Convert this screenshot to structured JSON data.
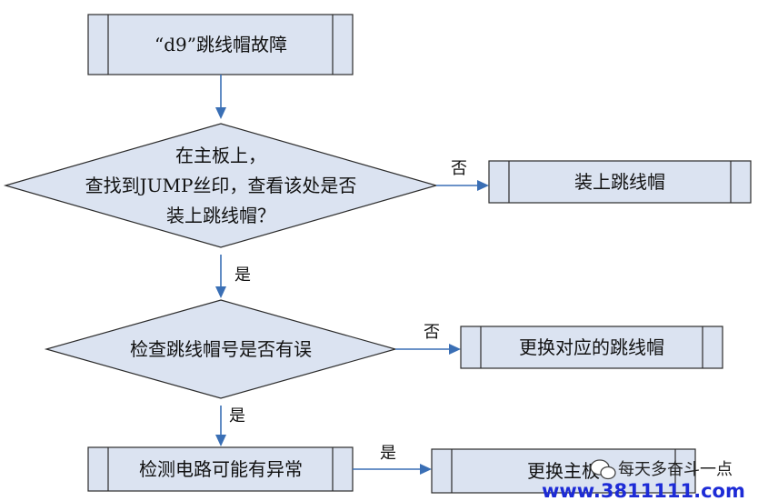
{
  "nodes": {
    "start": "“d9”跳线帽故障",
    "decision1": [
      "在主板上，",
      "查找到JUMP丝印，查看该处是否",
      "装上跳线帽？"
    ],
    "action1": "装上跳线帽",
    "decision2": "检查跳线帽号是否有误",
    "action2": "更换对应的跳线帽",
    "process3": "检测电路可能有异常",
    "action3": "更换主板"
  },
  "edges": {
    "d1_no": "否",
    "d1_yes": "是",
    "d2_no": "否",
    "d2_yes": "是",
    "p3_yes": "是"
  },
  "watermark": {
    "text": "每天多奋斗一点",
    "url": "www.3811111.com"
  }
}
